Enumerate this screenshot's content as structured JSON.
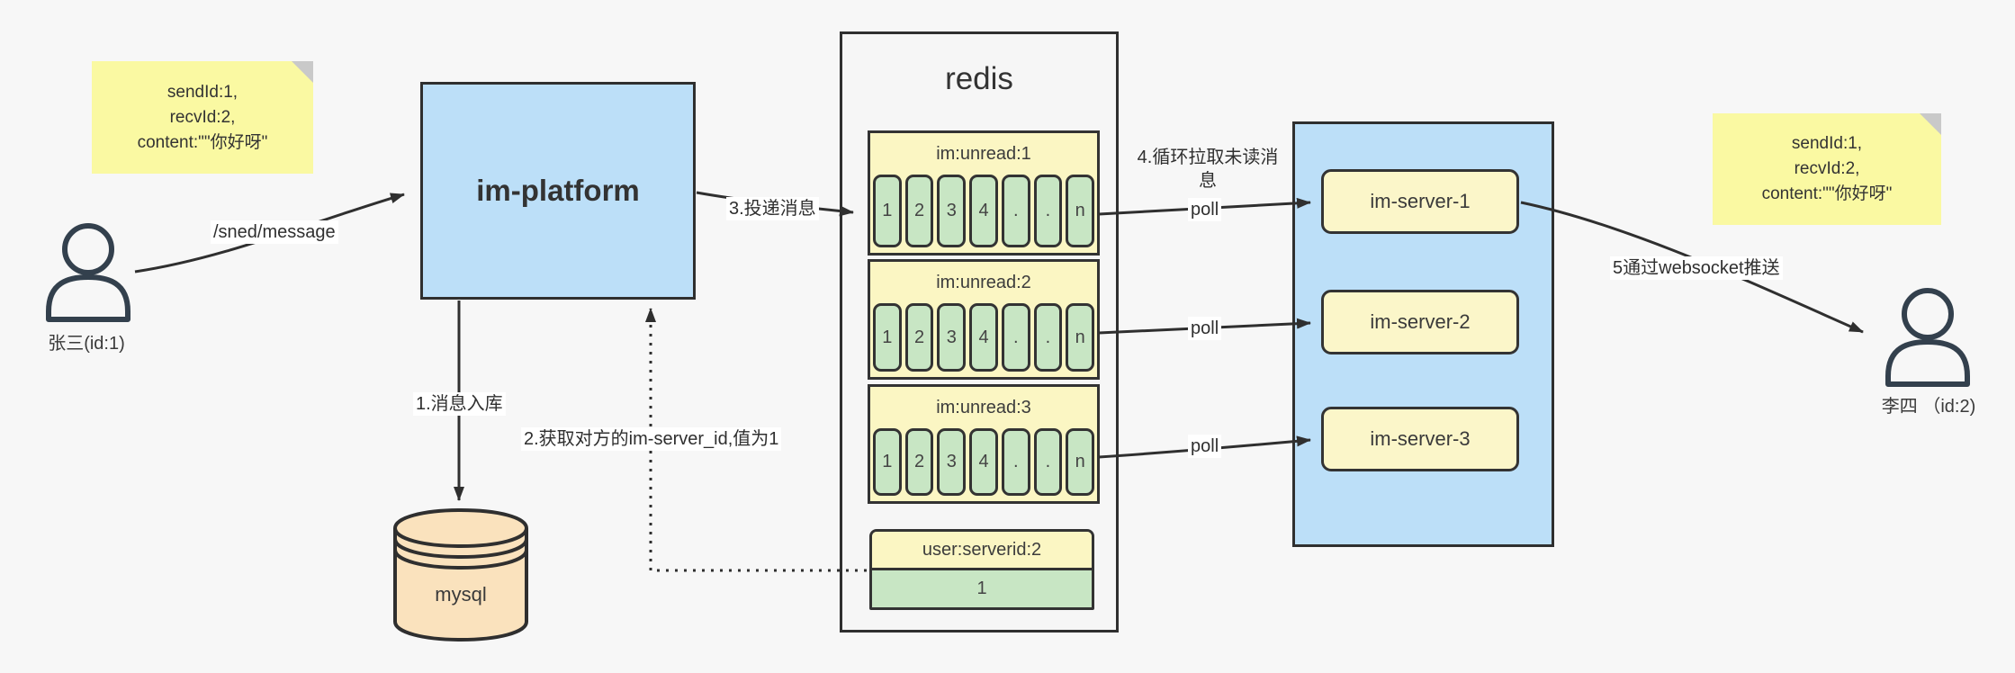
{
  "palette": {
    "canvas_bg": "#f7f7f7",
    "note_yellow": "#faf9a2",
    "box_blue": "#bcdff8",
    "pale_yellow": "#fbf6c3",
    "cell_green": "#c8e6c4",
    "db_peach": "#fae2bd",
    "border_dark": "#2f2f2f"
  },
  "note_left": {
    "lines": [
      "sendId:1,",
      "recvId:2,",
      "content:\"\"你好呀\""
    ]
  },
  "note_right": {
    "lines": [
      "sendId:1,",
      "recvId:2,",
      "content:\"\"你好呀\""
    ]
  },
  "actors": {
    "sender": {
      "label": "张三(id:1)"
    },
    "receiver": {
      "label": "李四 （id:2)"
    }
  },
  "platform": {
    "label": "im-platform"
  },
  "database": {
    "label": "mysql"
  },
  "redis": {
    "title": "redis",
    "queues": [
      {
        "name": "im:unread:1",
        "cells": [
          "1",
          "2",
          "3",
          "4",
          ".",
          ".",
          "n"
        ]
      },
      {
        "name": "im:unread:2",
        "cells": [
          "1",
          "2",
          "3",
          "4",
          ".",
          ".",
          "n"
        ]
      },
      {
        "name": "im:unread:3",
        "cells": [
          "1",
          "2",
          "3",
          "4",
          ".",
          ".",
          "n"
        ]
      }
    ],
    "kv": {
      "key": "user:serverid:2",
      "value": "1"
    }
  },
  "servers": [
    {
      "label": "im-server-1"
    },
    {
      "label": "im-server-2"
    },
    {
      "label": "im-server-3"
    }
  ],
  "labels": {
    "send_path": "/sned/message",
    "step1": "1.消息入库",
    "step2": "2.获取对方的im-server_id,值为1",
    "step3": "3.投递消息",
    "step4": "4.循环拉取未读消息",
    "step5": "5通过websocket推送",
    "poll": "poll"
  }
}
